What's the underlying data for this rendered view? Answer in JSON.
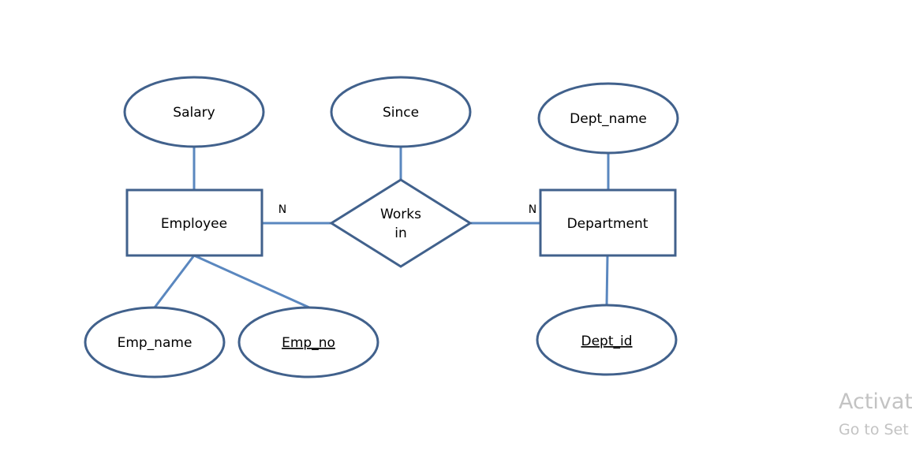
{
  "entities": {
    "employee": "Employee",
    "department": "Department"
  },
  "relationship": {
    "line1": "Works",
    "line2": "in"
  },
  "attributes": {
    "salary": "Salary",
    "since": "Since",
    "dept_name": "Dept_name",
    "emp_name": "Emp_name",
    "emp_no": "Emp_no",
    "dept_id": "Dept_id"
  },
  "cardinality": {
    "employee_side": "N",
    "department_side": "N"
  },
  "watermark": {
    "line1": "Activate",
    "line2": "Go to Set"
  },
  "colors": {
    "shape_stroke": "#41618c",
    "connector": "#5a87bf"
  }
}
